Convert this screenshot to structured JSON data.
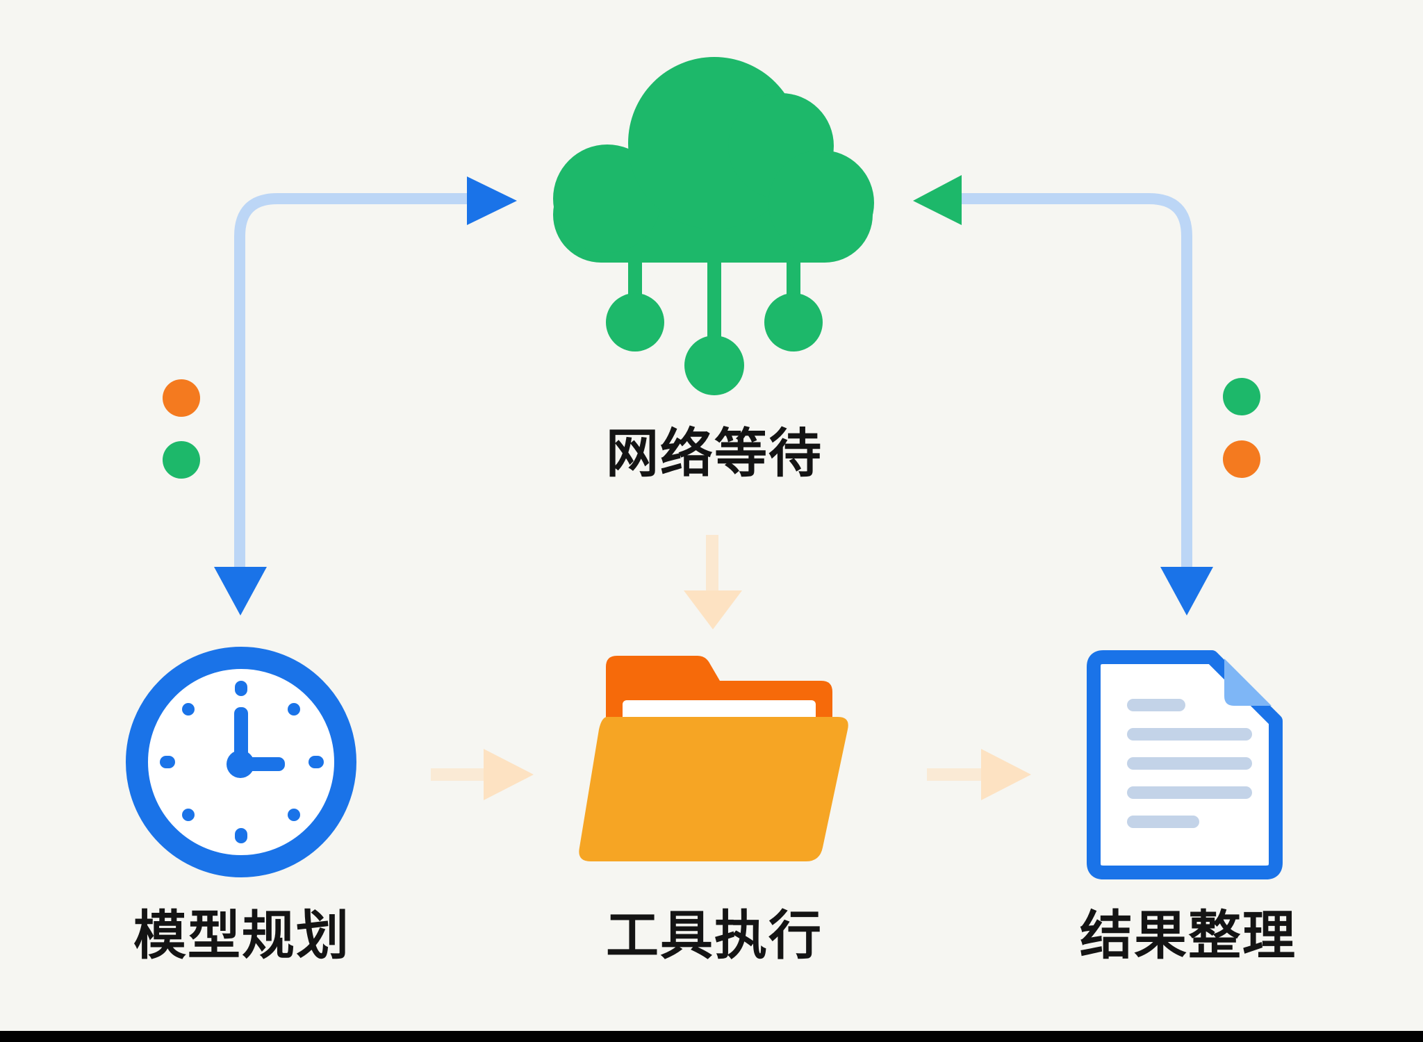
{
  "nodes": {
    "network": {
      "label": "网络等待",
      "icon": "cloud-network-icon",
      "color": "#1db86a"
    },
    "planning": {
      "label": "模型规划",
      "icon": "clock-icon",
      "color": "#1a73e8"
    },
    "tools": {
      "label": "工具执行",
      "icon": "folder-icon",
      "color": "#f5a020"
    },
    "results": {
      "label": "结果整理",
      "icon": "document-icon",
      "color": "#1a73e8"
    }
  },
  "colors": {
    "connector_line": "#bcd6f6",
    "arrow_blue": "#1a73e8",
    "arrow_green": "#1db86a",
    "arrow_faint": "#fde2c2",
    "dot_orange": "#f47a1f",
    "dot_green": "#1db86a",
    "background": "#f6f6f2"
  }
}
